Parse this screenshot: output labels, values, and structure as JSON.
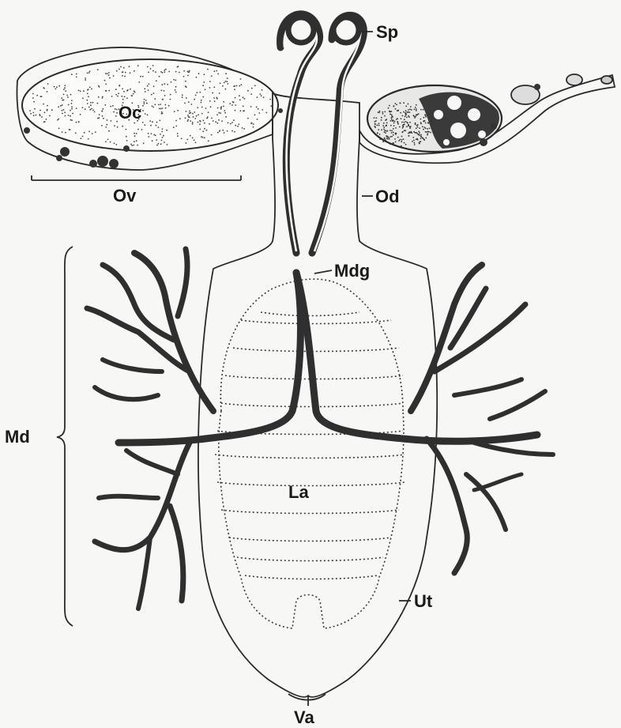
{
  "labels": {
    "sp": "Sp",
    "oc": "Oc",
    "ov": "Ov",
    "od": "Od",
    "mdg": "Mdg",
    "md": "Md",
    "la": "La",
    "ut": "Ut",
    "va": "Va"
  },
  "colors": {
    "ink": "#2a2a2a",
    "paper": "#f7f7f5"
  }
}
